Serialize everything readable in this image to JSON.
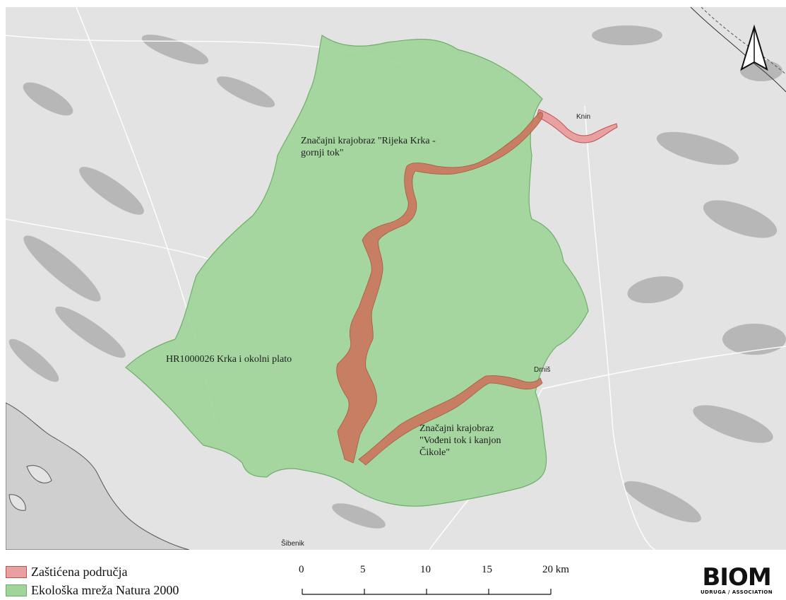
{
  "colors": {
    "protected": "#e8a0a0",
    "protected_stroke": "#c0504d",
    "natura": "#9fd59a",
    "natura_stroke": "#6fae6a",
    "canyon": "#c8795f",
    "basemap": "#e3e3e3",
    "sea": "#cfcfcf"
  },
  "map": {
    "labels": {
      "krka_gornji": "Značajni krajobraz \"Rijeka Krka - gornji tok\"",
      "natura_site": "HR1000026 Krka i okolni plato",
      "cikola": "Značajni krajobraz \"Vođeni tok i kanjon Čikole\""
    },
    "towns": {
      "knin": "Knin",
      "drnis": "Drniš",
      "sibenik": "Šibenik"
    },
    "north_arrow_icon": "north-arrow-icon"
  },
  "legend": {
    "items": [
      {
        "label": "Zaštićena područja",
        "color": "#e8a0a0"
      },
      {
        "label": "Ekološka mreža Natura 2000",
        "color": "#9fd59a"
      }
    ]
  },
  "scalebar": {
    "ticks": [
      "0",
      "5",
      "10",
      "15",
      "20 km"
    ]
  },
  "logo": {
    "word": "BIOM",
    "subtitle": "UDRUGA / ASSOCIATION"
  }
}
